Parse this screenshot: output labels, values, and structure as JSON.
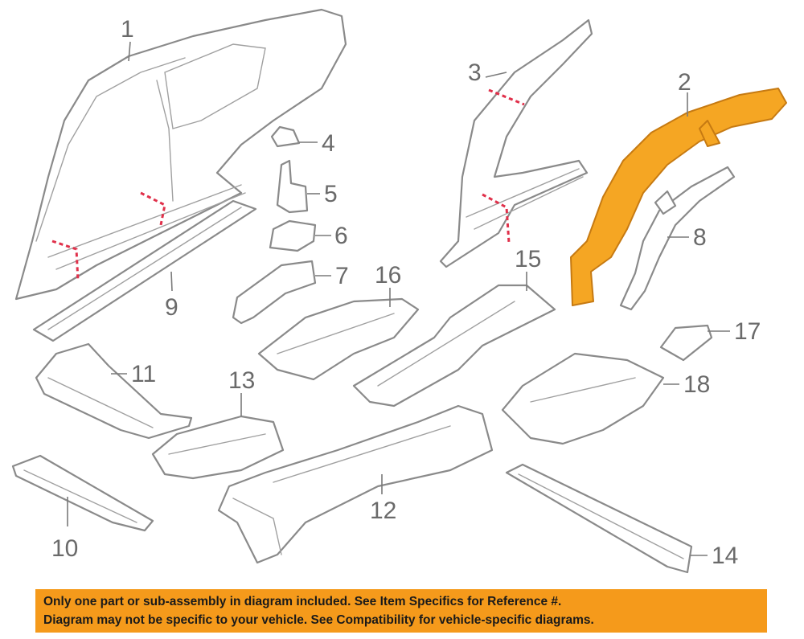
{
  "callouts": {
    "c1": "1",
    "c2": "2",
    "c3": "3",
    "c4": "4",
    "c5": "5",
    "c6": "6",
    "c7": "7",
    "c8": "8",
    "c9": "9",
    "c10": "10",
    "c11": "11",
    "c12": "12",
    "c13": "13",
    "c14": "14",
    "c15": "15",
    "c16": "16",
    "c17": "17",
    "c18": "18"
  },
  "highlighted_part": "2",
  "colors": {
    "highlight": "#f5a623",
    "banner": "#f59a1b",
    "cut_line": "#e0304a"
  },
  "disclaimer": {
    "line1": "Only one part or sub-assembly in diagram included. See Item Specifics for Reference #.",
    "line2": "Diagram may not be specific to your vehicle. See Compatibility for vehicle-specific diagrams."
  }
}
